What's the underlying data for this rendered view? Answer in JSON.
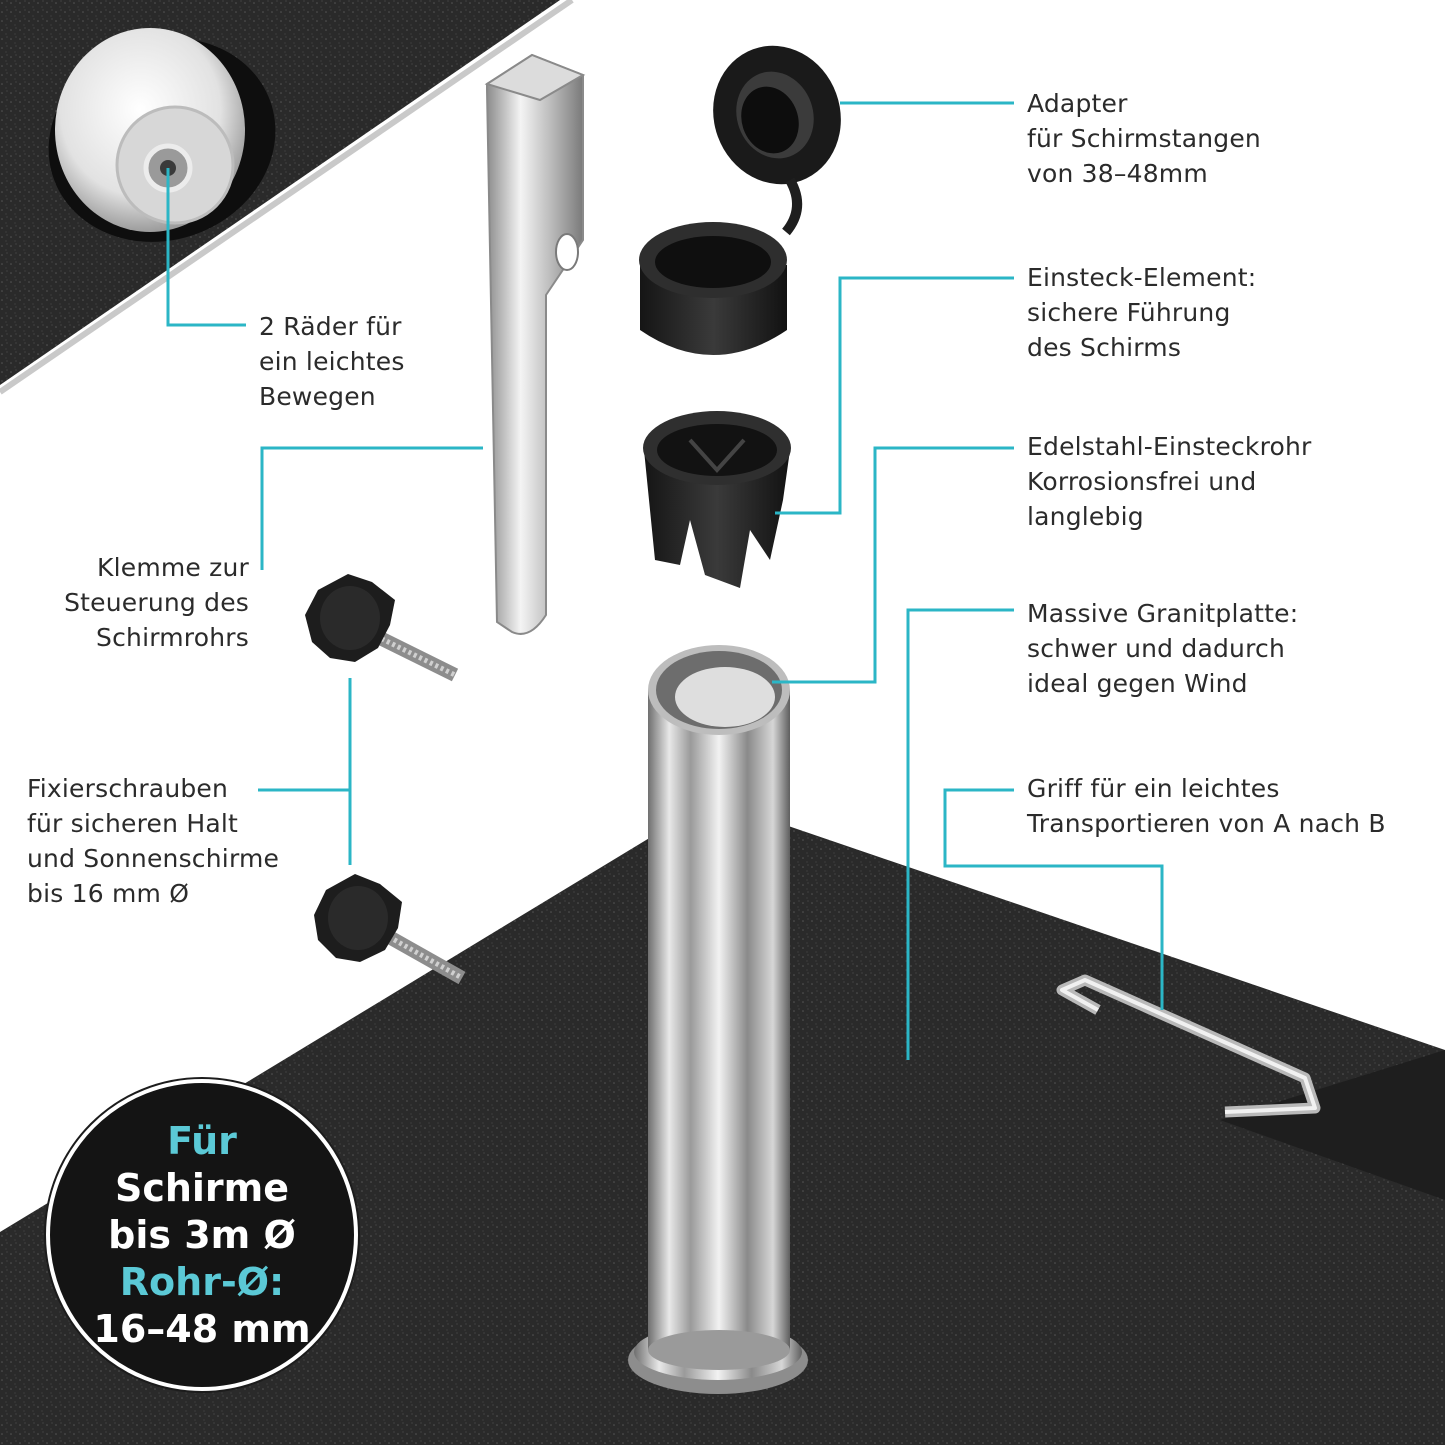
{
  "colors": {
    "accent": "#2bb6c6",
    "granite": "#2a2a2a",
    "text": "#2b2b2b"
  },
  "callouts": {
    "adapter": {
      "lines": [
        "Adapter",
        "für Schirmstangen",
        "von 38–48mm"
      ]
    },
    "einsteck": {
      "lines": [
        "Einsteck-Element:",
        "sichere Führung",
        "des Schirms"
      ]
    },
    "edelstahl": {
      "lines": [
        "Edelstahl-Einsteckrohr",
        "Korrosionsfrei und",
        "langlebig"
      ]
    },
    "granit": {
      "lines": [
        "Massive Granitplatte:",
        "schwer und dadurch",
        "ideal gegen Wind"
      ]
    },
    "griff": {
      "lines": [
        "Griff für ein leichtes",
        "Transportieren von A nach B"
      ]
    },
    "raeder": {
      "lines": [
        "2 Räder für",
        "ein leichtes",
        "Bewegen"
      ]
    },
    "klemme": {
      "lines": [
        "Klemme zur",
        "Steuerung des",
        "Schirmrohrs"
      ]
    },
    "schrauben": {
      "lines": [
        "Fixierschrauben",
        "für sicheren Halt",
        "und Sonnenschirme",
        "bis 16 mm Ø"
      ]
    }
  },
  "badge": {
    "line1": "Für",
    "line2": "Schirme",
    "line3": "bis 3m Ø",
    "line4": "Rohr-Ø:",
    "line5": "16–48 mm"
  }
}
